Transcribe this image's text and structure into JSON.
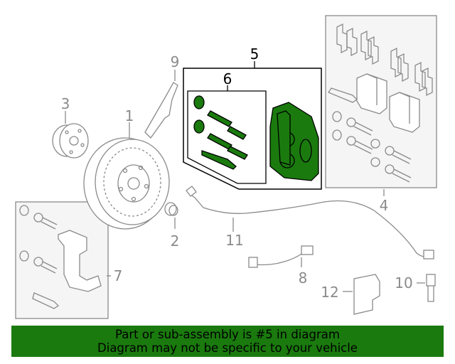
{
  "diagram": {
    "highlighted_part": "5",
    "colors": {
      "highlight_fill": "#1a7a0e",
      "line": "#8a8a8a",
      "box_fill": "#f5f5f5",
      "banner": "#1a7a0e"
    },
    "callouts": {
      "c1": "1",
      "c2": "2",
      "c3": "3",
      "c4": "4",
      "c5": "5",
      "c6": "6",
      "c7": "7",
      "c8": "8",
      "c9": "9",
      "c10": "10",
      "c11": "11",
      "c12": "12"
    }
  },
  "banner": {
    "line1": "Part or sub-assembly is #5 in diagram",
    "line2": "Diagram may not be specific to your vehicle"
  }
}
